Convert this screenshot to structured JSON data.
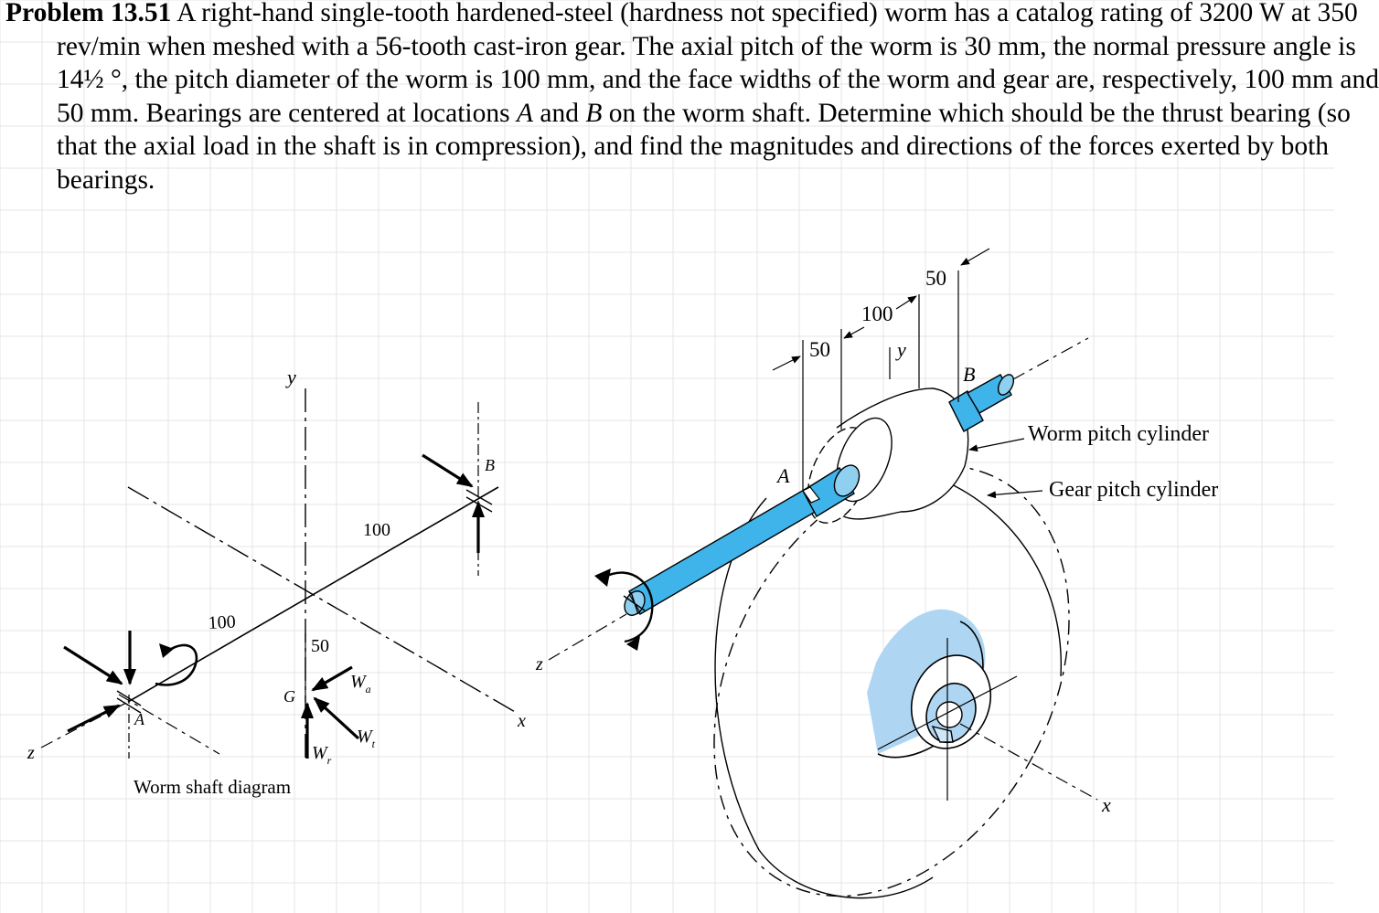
{
  "problem": {
    "number": "Problem 13.51",
    "text_parts": [
      " A right-hand single-tooth hardened-steel (hardness not specified) worm has a catalog rating of 3200 W at 350 rev/min when meshed with a 56-tooth cast-iron gear. The axial pitch of the worm is 30 mm, the normal pressure angle is 14½ °, the pitch diameter of the worm is 100 mm, and the face widths of the worm and gear are, respectively, 100 mm and 50 mm. Bearings are centered at locations ",
      "A",
      " and ",
      "B",
      " on the worm shaft. Determine which should be the thrust bearing (so that the axial load in the shaft is in compression), and find the magnitudes and directions of the forces exerted by both bearings."
    ]
  },
  "left_diagram": {
    "caption": "Worm shaft diagram",
    "axis_y": "y",
    "axis_x": "x",
    "axis_z": "z",
    "point_A": "A",
    "point_B": "B",
    "point_G": "G",
    "dim_AG": "100",
    "dim_GB": "100",
    "dim_G_offset": "50",
    "force_Wa_main": "W",
    "force_Wa_sub": "a",
    "force_Wt_main": "W",
    "force_Wt_sub": "t",
    "force_Wr_main": "W",
    "force_Wr_sub": "r"
  },
  "right_diagram": {
    "dim_left_50": "50",
    "dim_100": "100",
    "dim_right_50": "50",
    "axis_y": "y",
    "axis_x": "x",
    "axis_z": "z",
    "point_A": "A",
    "point_B": "B",
    "label_worm_pitch": "Worm pitch cylinder",
    "label_gear_pitch": "Gear pitch cylinder"
  },
  "colors": {
    "shaft_fill": "#3fb4ea",
    "hub_fill": "#aed6f3",
    "grid": "#e4e4e4"
  }
}
